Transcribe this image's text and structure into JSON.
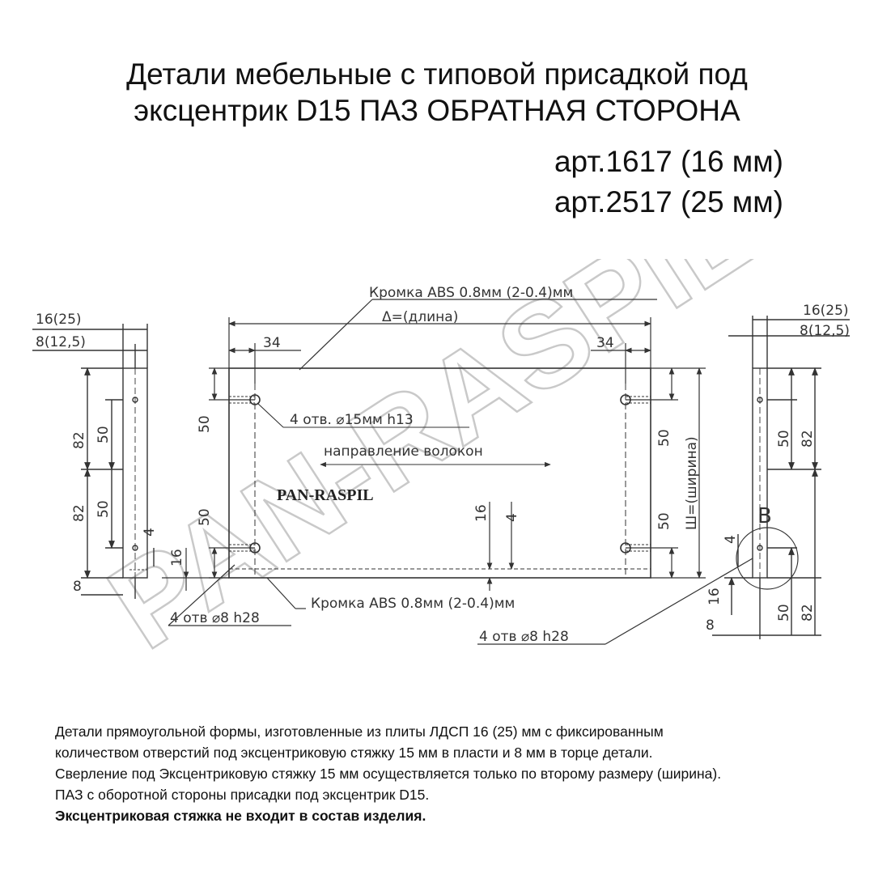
{
  "header": {
    "title_line1": "Детали мебельные с типовой присадкой под",
    "title_line2": "эксцентрик D15 ПАЗ ОБРАТНАЯ СТОРОНА",
    "art_1617": "арт.1617 (16 мм)",
    "art_2517": "арт.2517 (25 мм)"
  },
  "drawing": {
    "edge_top": "Кромка ABS 0.8мм (2-0.4)мм",
    "length_label": "Δ=(длина)",
    "dim_34_left": "34",
    "dim_34_right": "34",
    "holes_15": "4 отв. ⌀15мм h13",
    "grain": "направление волокон",
    "brand": "PAN-RASPIL",
    "width_label": "Ш=(ширина)",
    "dim_50_tl": "50",
    "dim_50_bl": "50",
    "dim_50_tr": "50",
    "dim_50_br": "50",
    "dim_16_center": "16",
    "dim_4_center": "4",
    "dim_16_left": "16",
    "edge_bottom": "Кромка ABS 0.8мм (2-0.4)мм",
    "holes_8_left": "4 отв ⌀8 h28",
    "holes_8_right": "4 отв ⌀8 h28",
    "left_view": {
      "thk_top": "16(25)",
      "thk_bottom": "8(12,5)",
      "dim_82_top": "82",
      "dim_50_top": "50",
      "dim_82_bottom": "82",
      "dim_50_bottom": "50",
      "dim_4": "4",
      "dim_8": "8"
    },
    "right_view": {
      "thk_top": "16(25)",
      "thk_bottom": "8(12,5)",
      "dim_50_top": "50",
      "dim_82_top": "82",
      "detail_letter": "B",
      "dim_4": "4",
      "dim_16": "16",
      "dim_8": "8",
      "dim_50_bottom": "50",
      "dim_82_bottom": "82"
    }
  },
  "watermark": "PAN-RASPIL",
  "description": {
    "line1": "Детали прямоугольной формы, изготовленные из плиты ЛДСП 16 (25) мм с фиксированным",
    "line2": "количеством отверстий под эксцентриковую стяжку 15 мм в пласти и 8 мм в торце детали.",
    "line3": "Сверление под Эксцентриковую стяжку 15 мм осуществляется только по второму размеру (ширина).",
    "line4": "ПАЗ с оборотной стороны присадки под эксцентрик D15.",
    "line5_bold": "Эксцентриковая стяжка не входит в состав изделия."
  }
}
